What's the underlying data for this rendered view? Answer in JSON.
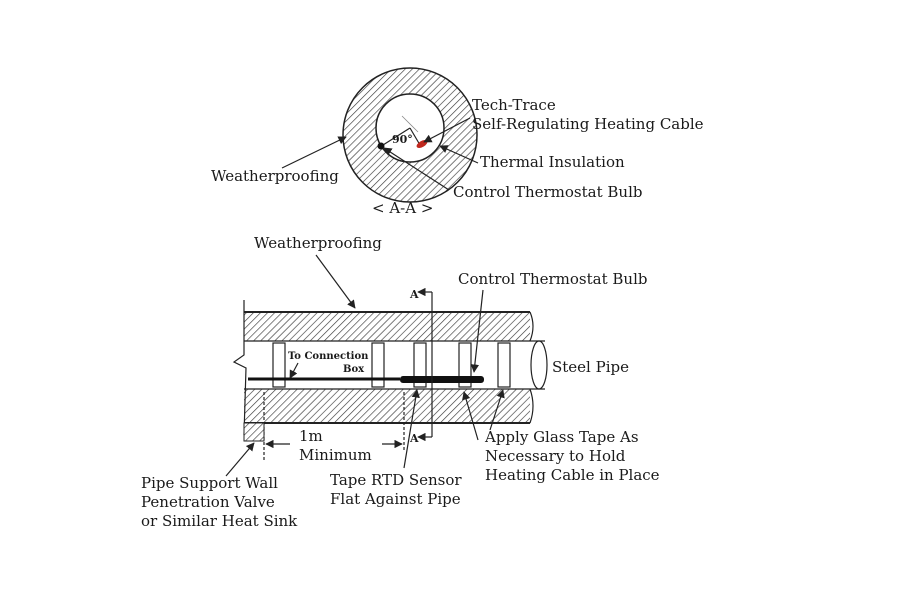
{
  "cross_section": {
    "angle_label": "90°",
    "section_label": "< A-A >",
    "labels": {
      "tech_trace_line1": "Tech-Trace",
      "tech_trace_line2": "Self-Regulating Heating Cable",
      "thermal_insulation": "Thermal Insulation",
      "weatherproofing": "Weatherproofing",
      "control_thermostat_bulb": "Control Thermostat Bulb"
    }
  },
  "long_view": {
    "labels": {
      "weatherproofing": "Weatherproofing",
      "control_thermostat_bulb": "Control Thermostat Bulb",
      "section_marker_top": "A",
      "section_marker_bottom": "A",
      "to_connection_line1": "To Connection",
      "to_connection_line2": "Box",
      "steel_pipe": "Steel Pipe",
      "distance_line1": "1m",
      "distance_line2": "Minimum",
      "glass_tape_line1": "Apply Glass Tape As",
      "glass_tape_line2": "Necessary to Hold",
      "glass_tape_line3": "Heating Cable in Place",
      "rtd_line1": "Tape RTD Sensor",
      "rtd_line2": "Flat Against Pipe",
      "heat_sink_line1": "Pipe Support Wall",
      "heat_sink_line2": "Penetration Valve",
      "heat_sink_line3": "or Similar Heat Sink"
    }
  },
  "colors": {
    "hatch": "#333333",
    "heating_cable_marker": "#c0281e",
    "pipe_fill": "#ffffff"
  }
}
